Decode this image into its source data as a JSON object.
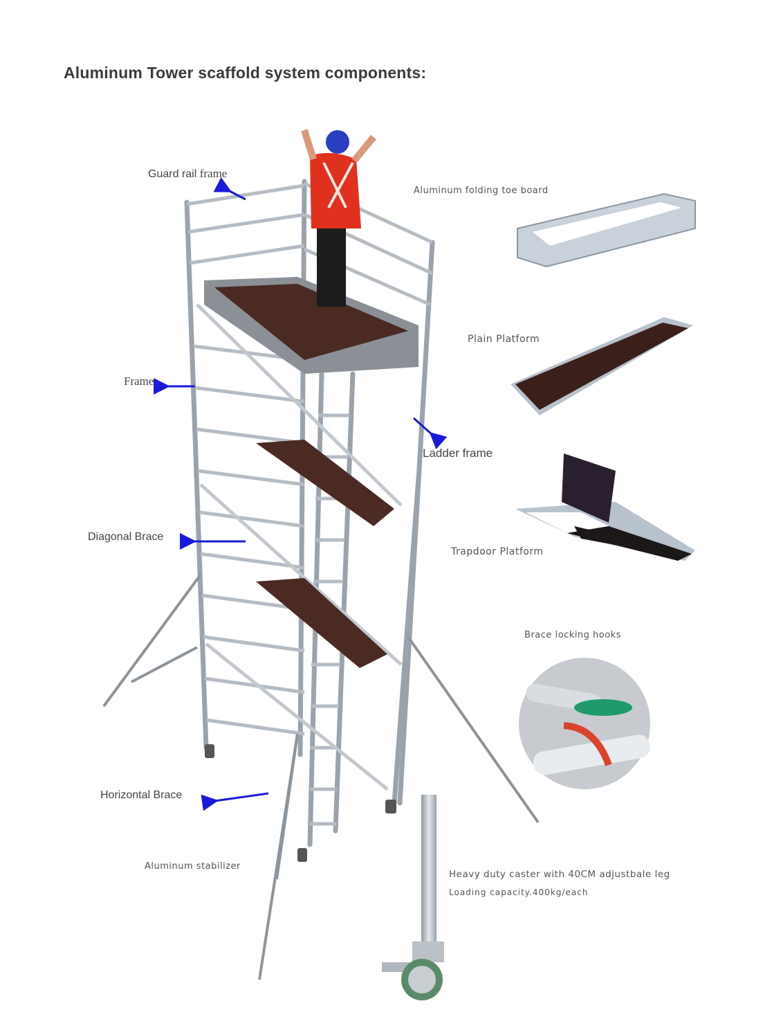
{
  "title": "Aluminum Tower scaffold system components:",
  "labels": {
    "guard_rail_frame_1": "Guard rail",
    "guard_rail_frame_2": "frame",
    "frame": "Frame",
    "ladder_frame": "Ladder frame",
    "diagonal_brace": "Diagonal Brace",
    "horizontal_brace": "Horizontal Brace",
    "aluminum_stabilizer": "Aluminum stabilizer",
    "toe_board": "Aluminum folding toe board",
    "plain_platform": "Plain Platform",
    "trapdoor_platform": "Trapdoor Platform",
    "brace_locking_hooks": "Brace locking hooks",
    "caster_line1": "Heavy duty caster with 40CM adjustbale leg",
    "caster_line2": "Loading capacity.400kg/each"
  },
  "colors": {
    "arrow": "#1a1adb",
    "tube": "#b8c0c8",
    "platform_deck": "#4a2a22",
    "worker_shirt": "#e0301e",
    "helmet": "#2a3fc0",
    "hook_green": "#1f9a6a",
    "hook_red": "#d9452c"
  }
}
